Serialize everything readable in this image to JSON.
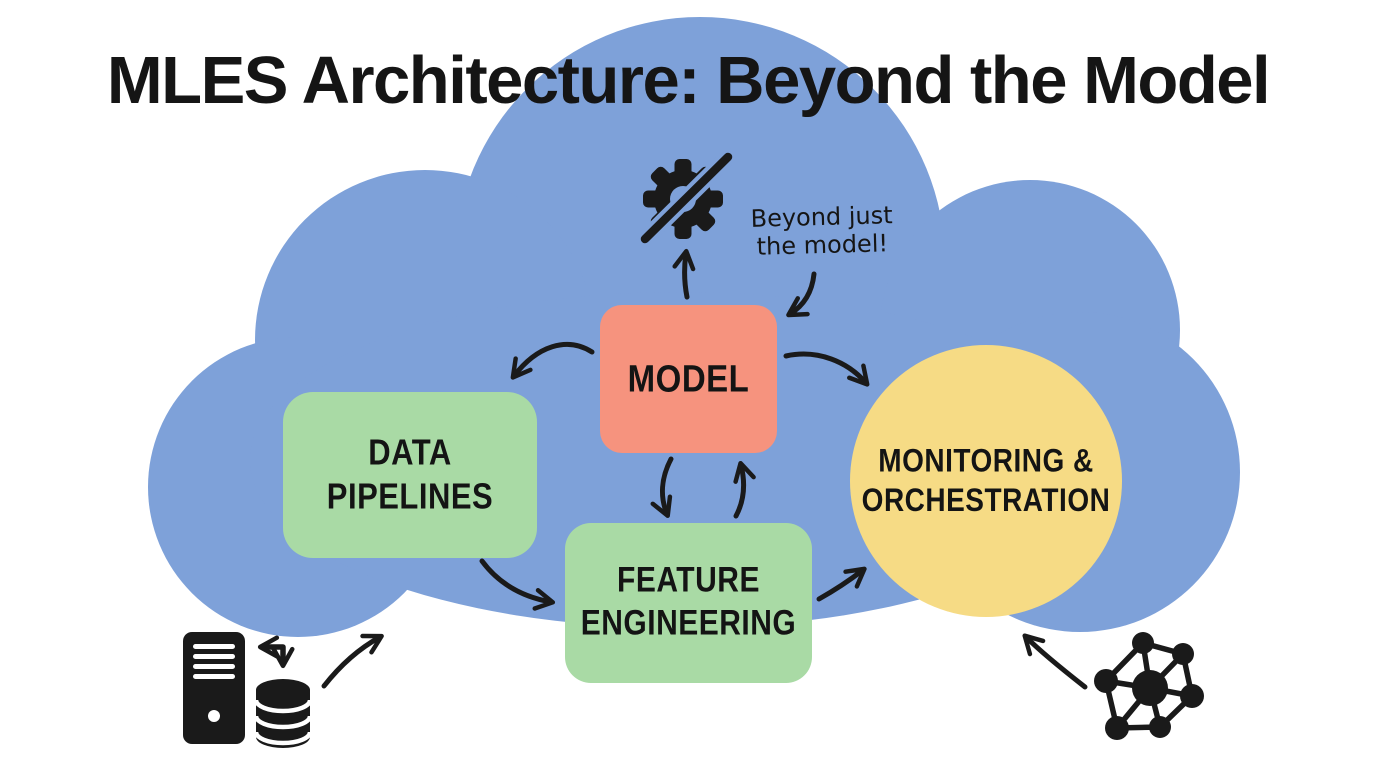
{
  "title": "MLES Architecture: Beyond the Model",
  "annotation": {
    "line1": "Beyond just",
    "line2": "the model!"
  },
  "nodes": {
    "model": {
      "label": "MODEL",
      "fill": "#F6937E"
    },
    "data_pipelines": {
      "line1": "DATA",
      "line2": "PIPELINES",
      "fill": "#A9DAA5"
    },
    "feature_engineering": {
      "line1": "FEATURE",
      "line2": "ENGINEERING",
      "fill": "#A9DAA5"
    },
    "monitoring_orchestration": {
      "line1": "MONITORING &",
      "line2": "ORCHESTRATION",
      "fill": "#F6DB85"
    }
  },
  "icons": {
    "gear_slash": "no-gear-icon",
    "server": "server-icon",
    "database": "database-icon",
    "transfer": "transfer-arrows-icon",
    "network": "network-graph-icon"
  },
  "colors": {
    "background": "#FFFFFF",
    "cloud": "#7EA1D9",
    "ink": "#1A1A1A",
    "white_detail": "#FFFFFF"
  }
}
